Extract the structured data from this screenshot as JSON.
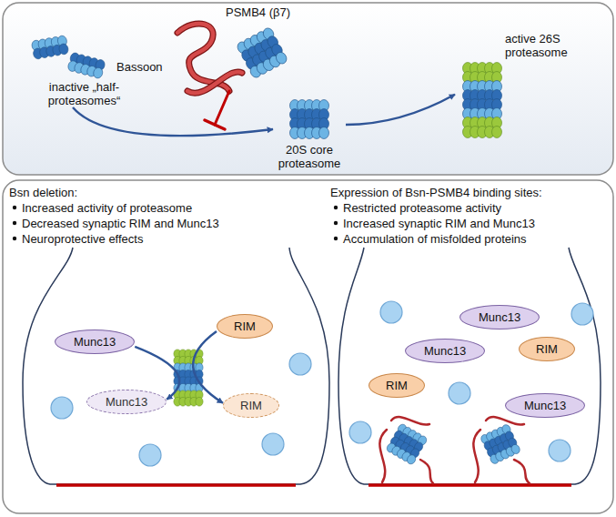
{
  "diagram": {
    "nodes": [
      {
        "text": [
          "inactive „half-proteasomes“"
        ]
      },
      {
        "text": [
          "20S core proteasome"
        ]
      },
      {
        "text": [
          "active 26S proteasome"
        ]
      },
      {
        "text": [
          "Munc13"
        ]
      },
      {
        "text": [
          "RIM"
        ]
      },
      {
        "text": [
          "Munc13"
        ]
      },
      {
        "text": [
          "RIM"
        ]
      },
      {
        "text": [
          "Munc13"
        ]
      },
      {
        "text": [
          "Munc13"
        ]
      },
      {
        "text": [
          "RIM"
        ]
      },
      {
        "text": [
          "RIM"
        ]
      },
      {
        "text": [
          "Munc13"
        ]
      }
    ],
    "edges": [
      {
        "from": 0,
        "to": 1,
        "arrow": "to"
      },
      {
        "from": 1,
        "to": 2,
        "arrow": "to"
      },
      {
        "from": 3,
        "to": 5,
        "arrow": "to"
      },
      {
        "from": 4,
        "to": 6,
        "arrow": "to"
      }
    ],
    "labels": [
      "PSMB4 (β7)",
      "Bassoon",
      "Bsn deletion:",
      "Increased activity of proteasome",
      "Decreased synaptic RIM and Munc13",
      "Neuroprotective effects",
      "Expression of Bsn-PSMB4 binding sites:",
      "Restricted proteasome activity",
      "Increased synaptic RIM and Munc13",
      "Accumulation of misfolded proteins"
    ]
  }
}
